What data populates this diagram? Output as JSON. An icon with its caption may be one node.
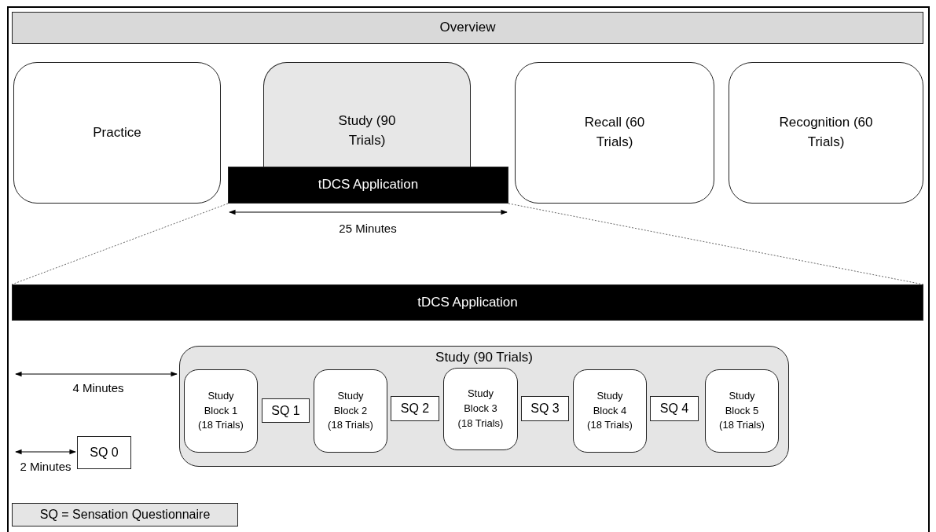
{
  "diagram": {
    "nodes": [
      {
        "text": [
          "Overview"
        ]
      },
      {
        "text": [
          "Practice"
        ]
      },
      {
        "text": [
          "Study (90 Trials)"
        ]
      },
      {
        "text": [
          "tDCS Application"
        ]
      },
      {
        "text": [
          "Recall (60 Trials)"
        ]
      },
      {
        "text": [
          "Recognition (60 Trials)"
        ]
      },
      {
        "text": [
          "tDCS Application"
        ]
      },
      {
        "text": [
          "Study (90 Trials)"
        ]
      },
      {
        "text": [
          "Study Block 1 (18 Trials)"
        ],
        "in": 7
      },
      {
        "text": [
          "SQ 1"
        ],
        "in": 7
      },
      {
        "text": [
          "Study Block 2 (18 Trials)"
        ],
        "in": 7
      },
      {
        "text": [
          "SQ 2"
        ],
        "in": 7
      },
      {
        "text": [
          "Study Block 3 (18 Trials)"
        ],
        "in": 7
      },
      {
        "text": [
          "SQ 3"
        ],
        "in": 7
      },
      {
        "text": [
          "Study Block 4 (18 Trials)"
        ],
        "in": 7
      },
      {
        "text": [
          "SQ 4"
        ],
        "in": 7
      },
      {
        "text": [
          "Study Block 5 (18 Trials)"
        ],
        "in": 7
      },
      {
        "text": [
          "SQ 0"
        ]
      },
      {
        "text": [
          "SQ = Sensation Questionnaire"
        ]
      }
    ],
    "edges": [
      {
        "from": 3,
        "to": 6,
        "arrow": "none",
        "style": "dashed"
      },
      {
        "from": 3,
        "to": 6,
        "arrow": "none",
        "style": "dashed"
      }
    ],
    "labels": [
      "25 Minutes",
      "4 Minutes",
      "2 Minutes"
    ]
  }
}
